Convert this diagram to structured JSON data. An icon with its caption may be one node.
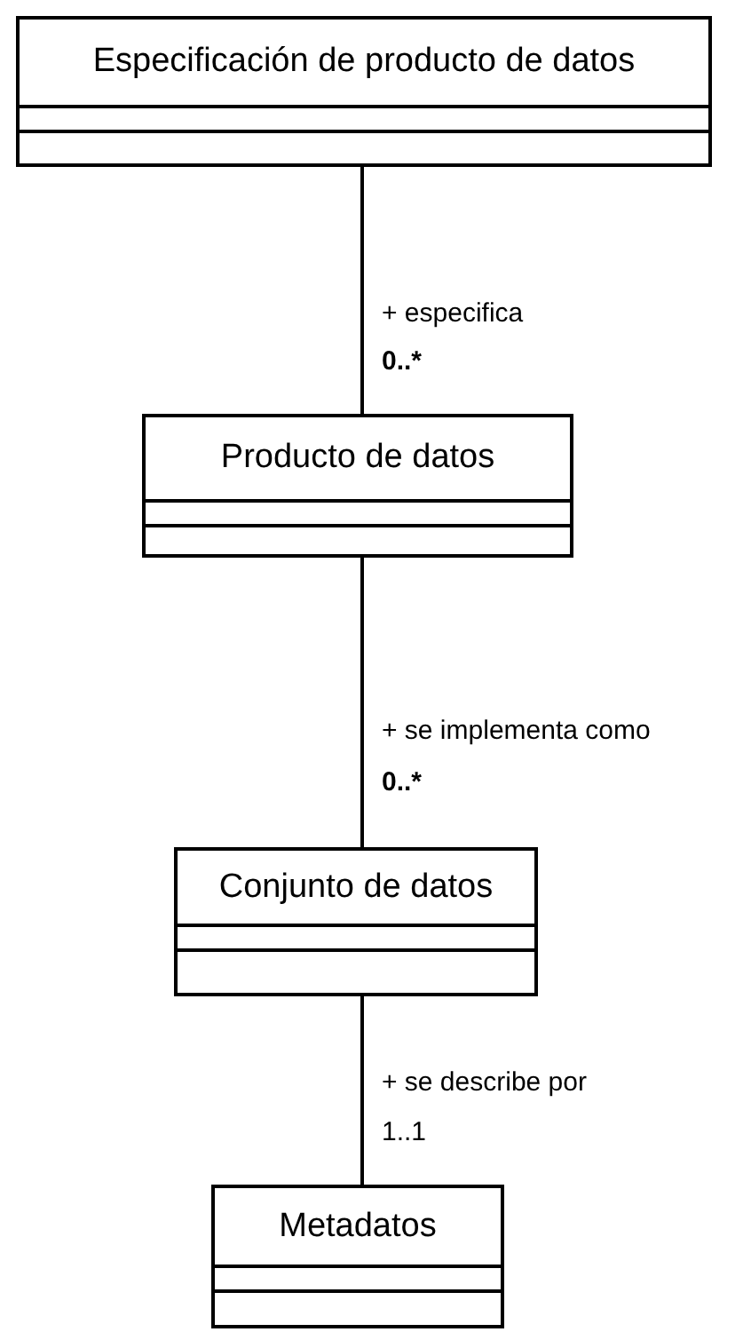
{
  "diagram": {
    "nodes": [
      {
        "text": [
          "Especificación de producto de datos"
        ]
      },
      {
        "text": [
          "Producto de datos"
        ]
      },
      {
        "text": [
          "Conjunto de datos"
        ]
      },
      {
        "text": [
          "Metadatos"
        ]
      }
    ],
    "edges": [
      {
        "from": 0,
        "to": 1,
        "arrow": "none",
        "label": "+ especifica"
      },
      {
        "from": 1,
        "to": 2,
        "arrow": "none",
        "label": "+ se implementa como"
      },
      {
        "from": 2,
        "to": 3,
        "arrow": "none",
        "label": "+ se describe por"
      }
    ],
    "labels": [
      "0..*",
      "0..*",
      "1..1"
    ]
  }
}
